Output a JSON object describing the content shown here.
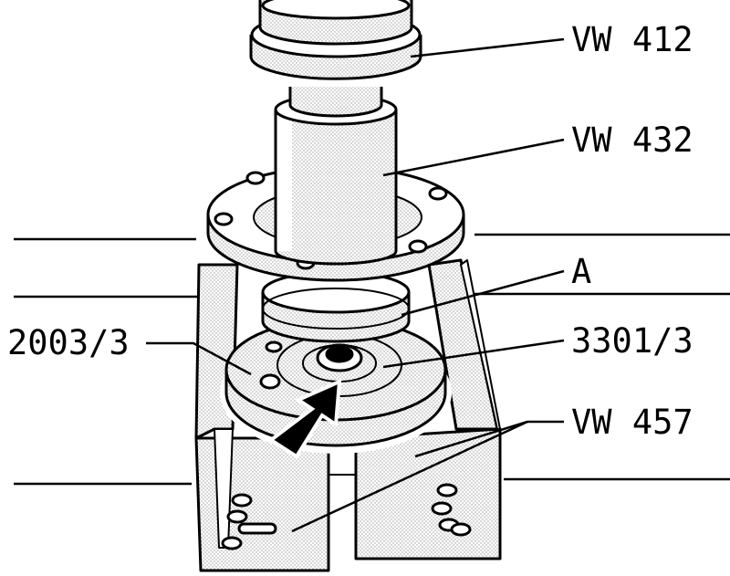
{
  "labels": {
    "vw412": "VW 412",
    "vw432": "VW 432",
    "a": "A",
    "tool_2003_3": "2003/3",
    "tool_3301_3": "3301/3",
    "vw457": "VW 457"
  }
}
